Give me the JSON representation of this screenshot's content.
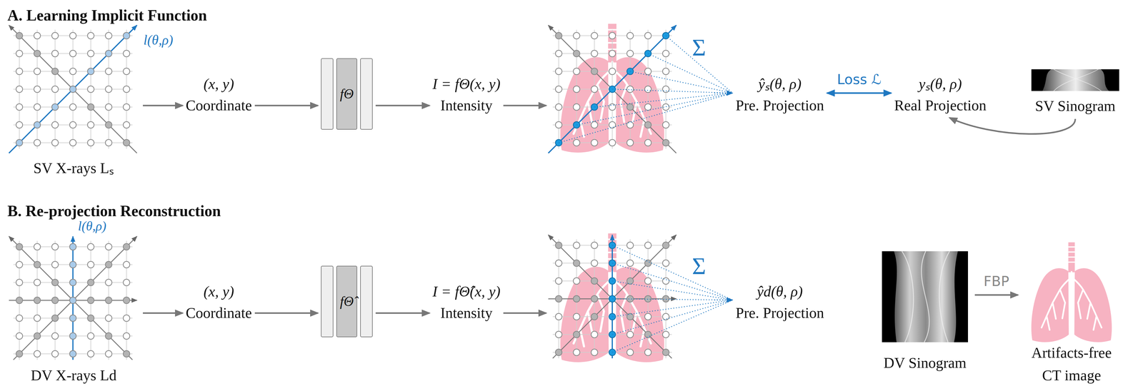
{
  "diagram": {
    "nodes": [
      {
        "text": [
          "SV X-rays Lₛ"
        ]
      },
      {
        "text": [
          "(x, y)",
          "Coordinate"
        ]
      },
      {
        "text": [
          "fΘ"
        ]
      },
      {
        "text": [
          "I = fΘ(x, y)",
          "Intensity"
        ]
      },
      {
        "text": [
          "Σ"
        ]
      },
      {
        "text": [
          "ŷₛ(θ, ρ)",
          "Pre. Projection"
        ]
      },
      {
        "text": [
          "yₛ(θ, ρ)",
          "Real Projection"
        ]
      },
      {
        "text": [
          "SV Sinogram"
        ]
      },
      {
        "text": [
          "DV X-rays Ld"
        ]
      },
      {
        "text": [
          "(x, y)",
          "Coordinate"
        ]
      },
      {
        "text": [
          "fΘ̂"
        ]
      },
      {
        "text": [
          "I = fΘ̂(x, y)",
          "Intensity"
        ]
      },
      {
        "text": [
          "Σ"
        ]
      },
      {
        "text": [
          "ŷd(θ, ρ)",
          "Pre. Projection"
        ]
      },
      {
        "text": [
          "DV Sinogram"
        ]
      },
      {
        "text": [
          "Artifacts-free CT image"
        ]
      }
    ],
    "edges": [
      {
        "from": 0,
        "to": 1,
        "arrow": "to"
      },
      {
        "from": 1,
        "to": 2,
        "arrow": "to"
      },
      {
        "from": 2,
        "to": 3,
        "arrow": "to"
      },
      {
        "from": 3,
        "to": 4,
        "arrow": "to"
      },
      {
        "from": 4,
        "to": 5,
        "arrow": "to"
      },
      {
        "from": 5,
        "to": 6,
        "label": "Loss ℒ",
        "arrow": "both"
      },
      {
        "from": 7,
        "to": 6,
        "arrow": "to"
      },
      {
        "from": 8,
        "to": 9,
        "arrow": "to"
      },
      {
        "from": 9,
        "to": 10,
        "arrow": "to"
      },
      {
        "from": 10,
        "to": 11,
        "arrow": "to"
      },
      {
        "from": 11,
        "to": 12,
        "arrow": "to"
      },
      {
        "from": 12,
        "to": 13,
        "arrow": "to"
      },
      {
        "from": 14,
        "to": 15,
        "label": "FBP",
        "arrow": "to"
      }
    ],
    "labels": [
      "A. Learning Implicit Function",
      "B. Re-projection Reconstruction",
      "l(θ,ρ)",
      "l(θ,ρ)"
    ]
  }
}
